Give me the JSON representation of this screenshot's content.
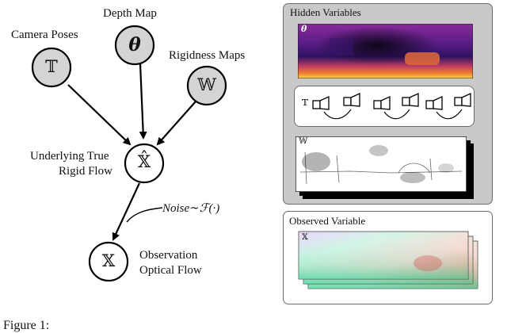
{
  "graph": {
    "nodes": {
      "camera_poses": {
        "label": "Camera Poses",
        "symbol": "𝕋"
      },
      "depth_map": {
        "label": "Depth Map",
        "symbol": "θ"
      },
      "rigidness_maps": {
        "label": "Rigidness Maps",
        "symbol": "𝕎"
      },
      "rigid_flow": {
        "label_line1": "Underlying True",
        "label_line2": "Rigid Flow",
        "symbol": "𝕏̂"
      },
      "observation": {
        "label_line1": "Observation",
        "label_line2": "Optical Flow",
        "symbol": "𝕏"
      }
    },
    "noise_label": "Noise∼ℱ(·)"
  },
  "hidden_panel": {
    "title": "Hidden Variables",
    "depth_symbol": "θ",
    "pose_symbol": "𝕋",
    "rigid_symbol": "𝕎"
  },
  "observed_panel": {
    "title": "Observed Variable",
    "flow_symbol": "𝕏"
  },
  "caption": {
    "text": "Figure 1:"
  },
  "colors": {
    "node_fill": "#d4d4d4",
    "panel_fill": "#c9c9c9",
    "panel_border": "#6b6b6b"
  }
}
